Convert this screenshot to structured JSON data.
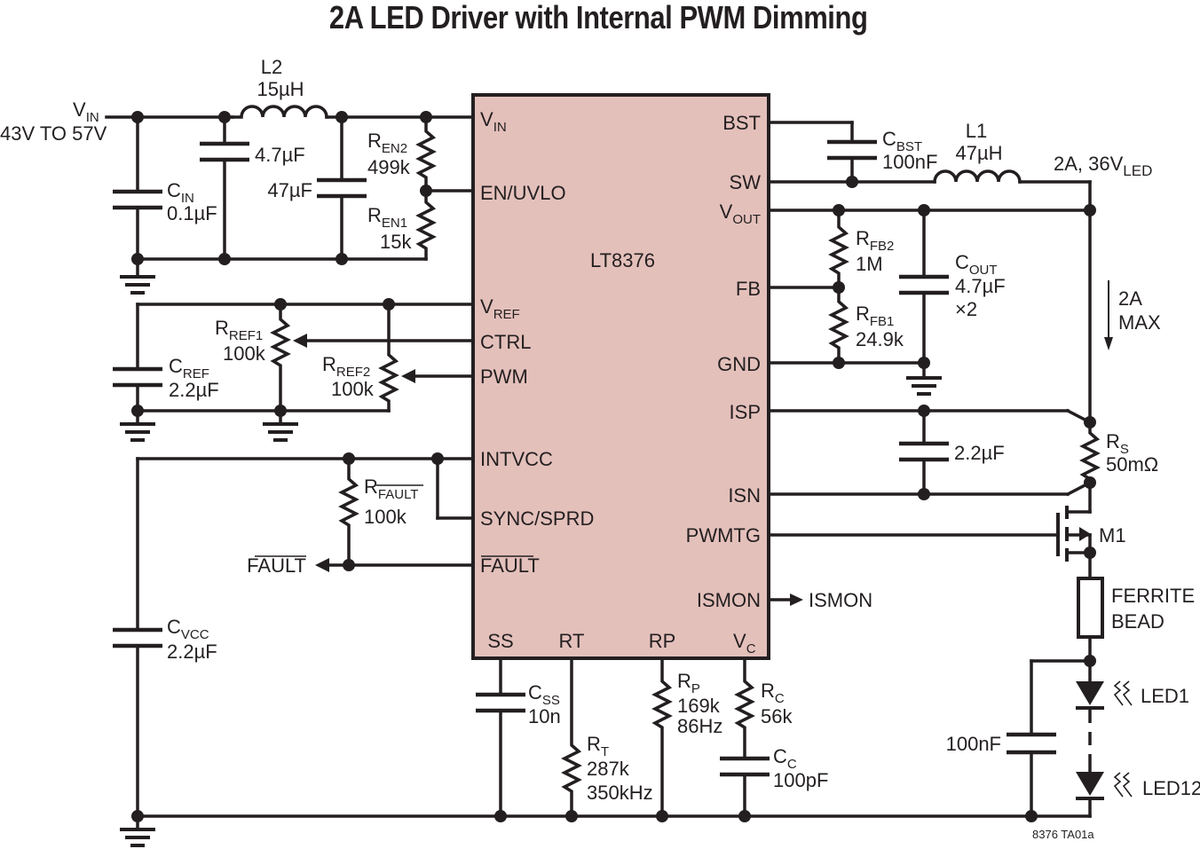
{
  "title": "2A LED Driver with Internal PWM Dimming",
  "figure_id": "8376 TA01a",
  "colors": {
    "ic_fill": "#e4c0bb",
    "line": "#231f20",
    "background": "#ffffff"
  },
  "ic": {
    "part": "LT8376",
    "left_pins": [
      "VIN",
      "EN/UVLO",
      "VREF",
      "CTRL",
      "PWM",
      "INTVCC",
      "SYNC/SPRD",
      "FAULT"
    ],
    "right_pins": [
      "BST",
      "SW",
      "VOUT",
      "FB",
      "GND",
      "ISP",
      "ISN",
      "PWMTG",
      "ISMON"
    ],
    "bottom_pins": [
      "SS",
      "RT",
      "RP",
      "VC"
    ],
    "pins": {
      "vin": {
        "main": "V",
        "sub": "IN"
      },
      "en_uvlo": "EN/UVLO",
      "vref": {
        "main": "V",
        "sub": "REF"
      },
      "ctrl": "CTRL",
      "pwm": "PWM",
      "intvcc": "INTVCC",
      "sync": "SYNC/SPRD",
      "fault": "FAULT",
      "bst": "BST",
      "sw": "SW",
      "vout": {
        "main": "V",
        "sub": "OUT"
      },
      "fb": "FB",
      "gnd": "GND",
      "isp": "ISP",
      "isn": "ISN",
      "pwmtg": "PWMTG",
      "ismon": "ISMON",
      "ss": "SS",
      "rt": "RT",
      "rp": "RP",
      "vc": {
        "main": "V",
        "sub": "C"
      }
    }
  },
  "input": {
    "label_main": "V",
    "label_sub": "IN",
    "range": "43V TO 57V"
  },
  "output": {
    "label": "2A, 36V",
    "label_sub": "LED",
    "current_main": "2A",
    "current_sub": "MAX"
  },
  "signals": {
    "fault_out": "FAULT",
    "ismon_out": "ISMON"
  },
  "components": {
    "l2": {
      "ref": "L2",
      "value": "15µH"
    },
    "c_in": {
      "ref_main": "C",
      "ref_sub": "IN",
      "value": "0.1µF"
    },
    "c_in2": {
      "value": "4.7µF"
    },
    "c_in3": {
      "value": "47µF"
    },
    "r_en2": {
      "ref_main": "R",
      "ref_sub": "EN2",
      "value": "499k"
    },
    "r_en1": {
      "ref_main": "R",
      "ref_sub": "EN1",
      "value": "15k"
    },
    "c_ref": {
      "ref_main": "C",
      "ref_sub": "REF",
      "value": "2.2µF"
    },
    "r_ref1": {
      "ref_main": "R",
      "ref_sub": "REF1",
      "value": "100k"
    },
    "r_ref2": {
      "ref_main": "R",
      "ref_sub": "REF2",
      "value": "100k"
    },
    "r_fault": {
      "ref_main": "R",
      "ref_sub": "FAULT",
      "value": "100k"
    },
    "c_vcc": {
      "ref_main": "C",
      "ref_sub": "VCC",
      "value": "2.2µF"
    },
    "c_bst": {
      "ref_main": "C",
      "ref_sub": "BST",
      "value": "100nF"
    },
    "l1": {
      "ref": "L1",
      "value": "47µH"
    },
    "r_fb2": {
      "ref_main": "R",
      "ref_sub": "FB2",
      "value": "1M"
    },
    "r_fb1": {
      "ref_main": "R",
      "ref_sub": "FB1",
      "value": "24.9k"
    },
    "c_out": {
      "ref_main": "C",
      "ref_sub": "OUT",
      "value": "4.7µF",
      "qty": "×2"
    },
    "c_isp": {
      "value": "2.2µF"
    },
    "r_s": {
      "ref_main": "R",
      "ref_sub": "S",
      "value": "50mΩ"
    },
    "m1": {
      "ref": "M1"
    },
    "ferrite": {
      "line1": "FERRITE",
      "line2": "BEAD"
    },
    "c_led": {
      "value": "100nF"
    },
    "led1": {
      "ref": "LED1"
    },
    "led12": {
      "ref": "LED12"
    },
    "c_ss": {
      "ref_main": "C",
      "ref_sub": "SS",
      "value": "10n"
    },
    "r_t": {
      "ref_main": "R",
      "ref_sub": "T",
      "value": "287k",
      "freq": "350kHz"
    },
    "r_p": {
      "ref_main": "R",
      "ref_sub": "P",
      "value": "169k",
      "freq": "86Hz"
    },
    "r_c": {
      "ref_main": "R",
      "ref_sub": "C",
      "value": "56k"
    },
    "c_c": {
      "ref_main": "C",
      "ref_sub": "C",
      "value": "100pF"
    }
  }
}
